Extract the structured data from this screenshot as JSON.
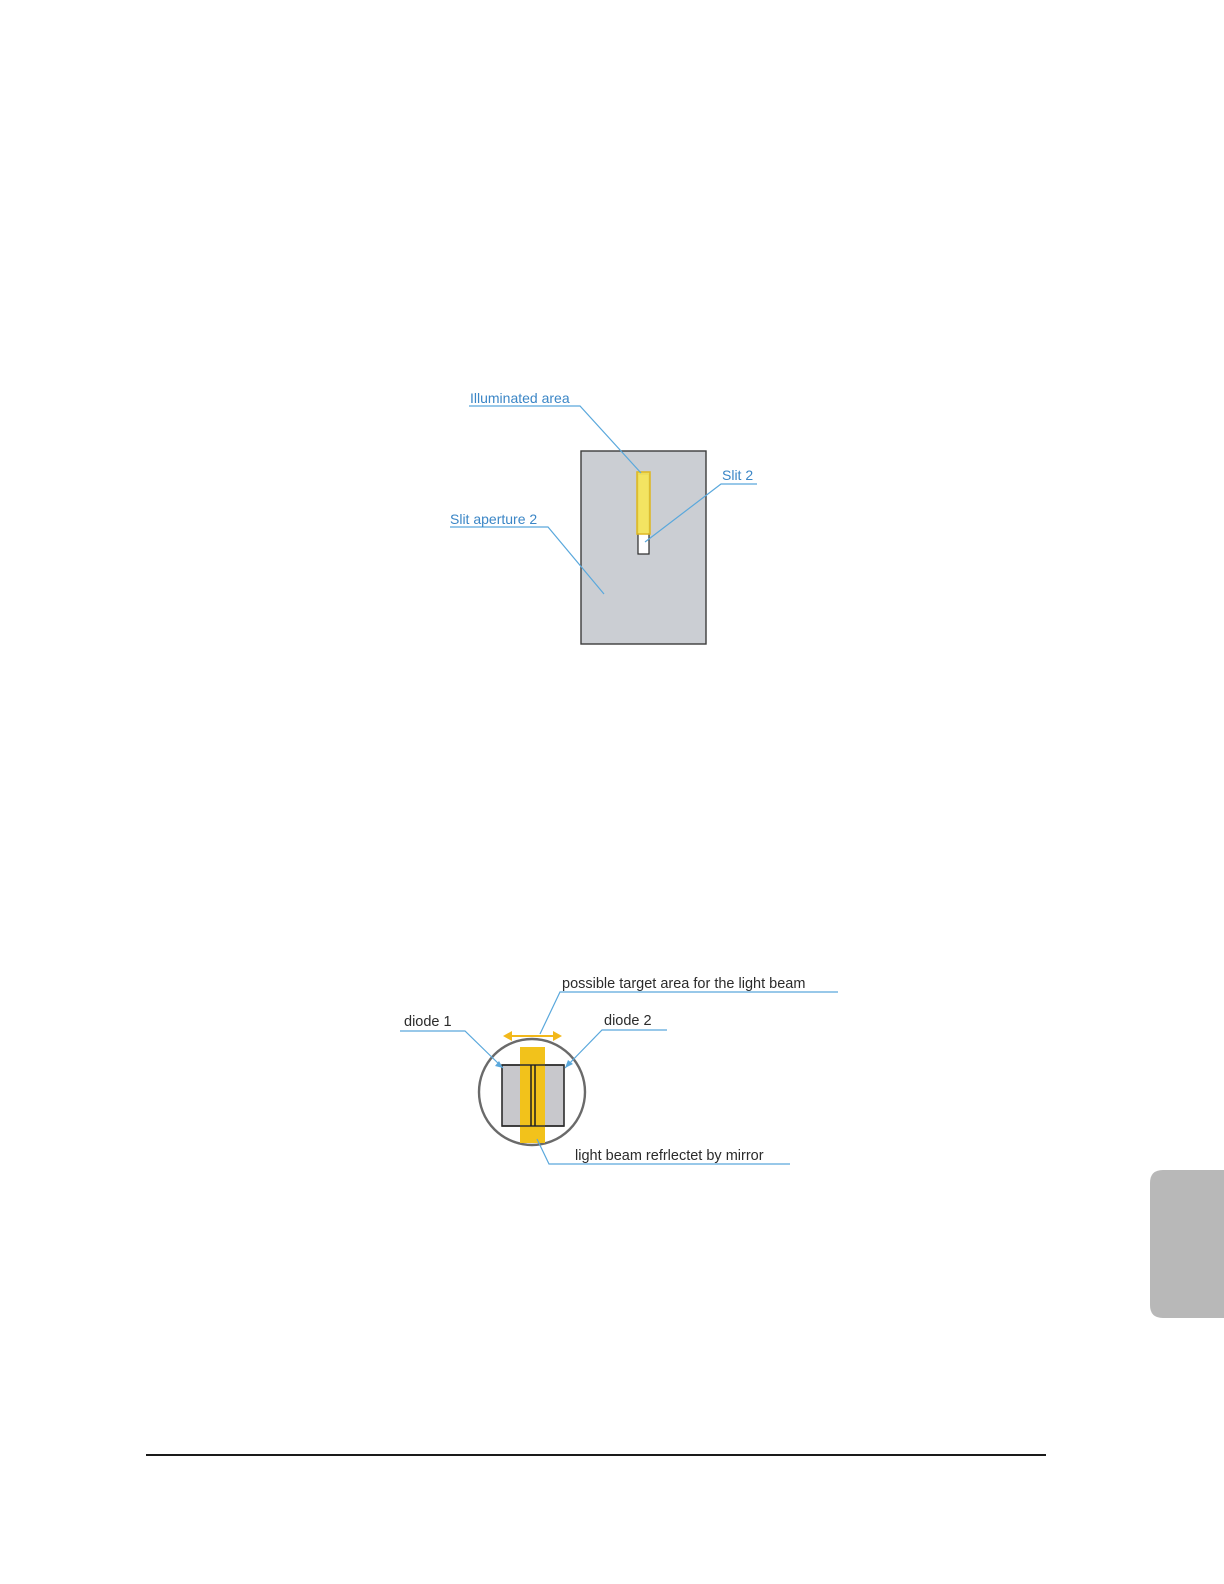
{
  "figure1": {
    "labels": {
      "illuminated_area": "Illuminated area",
      "slit_2": "Slit 2",
      "slit_aperture_2": "Slit aperture 2"
    },
    "colors": {
      "aperture_plate": "#cbced3",
      "illumination": "#f3e35a",
      "leader_line": "#5aa8dc",
      "label_text": "#3b86c6"
    }
  },
  "figure2": {
    "labels": {
      "possible_target_area": "possible target area for the light beam",
      "diode_1": "diode 1",
      "diode_2": "diode 2",
      "light_beam": "light beam refrlectet by mirror"
    },
    "colors": {
      "diode_fill": "#c8c8cc",
      "beam": "#f2c21b",
      "arrow": "#f2b81b",
      "leader_line": "#5aa8dc"
    }
  },
  "side_tab": {
    "color": "#b8b8b8"
  },
  "footer_rule": {
    "color": "#1a1a1a"
  }
}
